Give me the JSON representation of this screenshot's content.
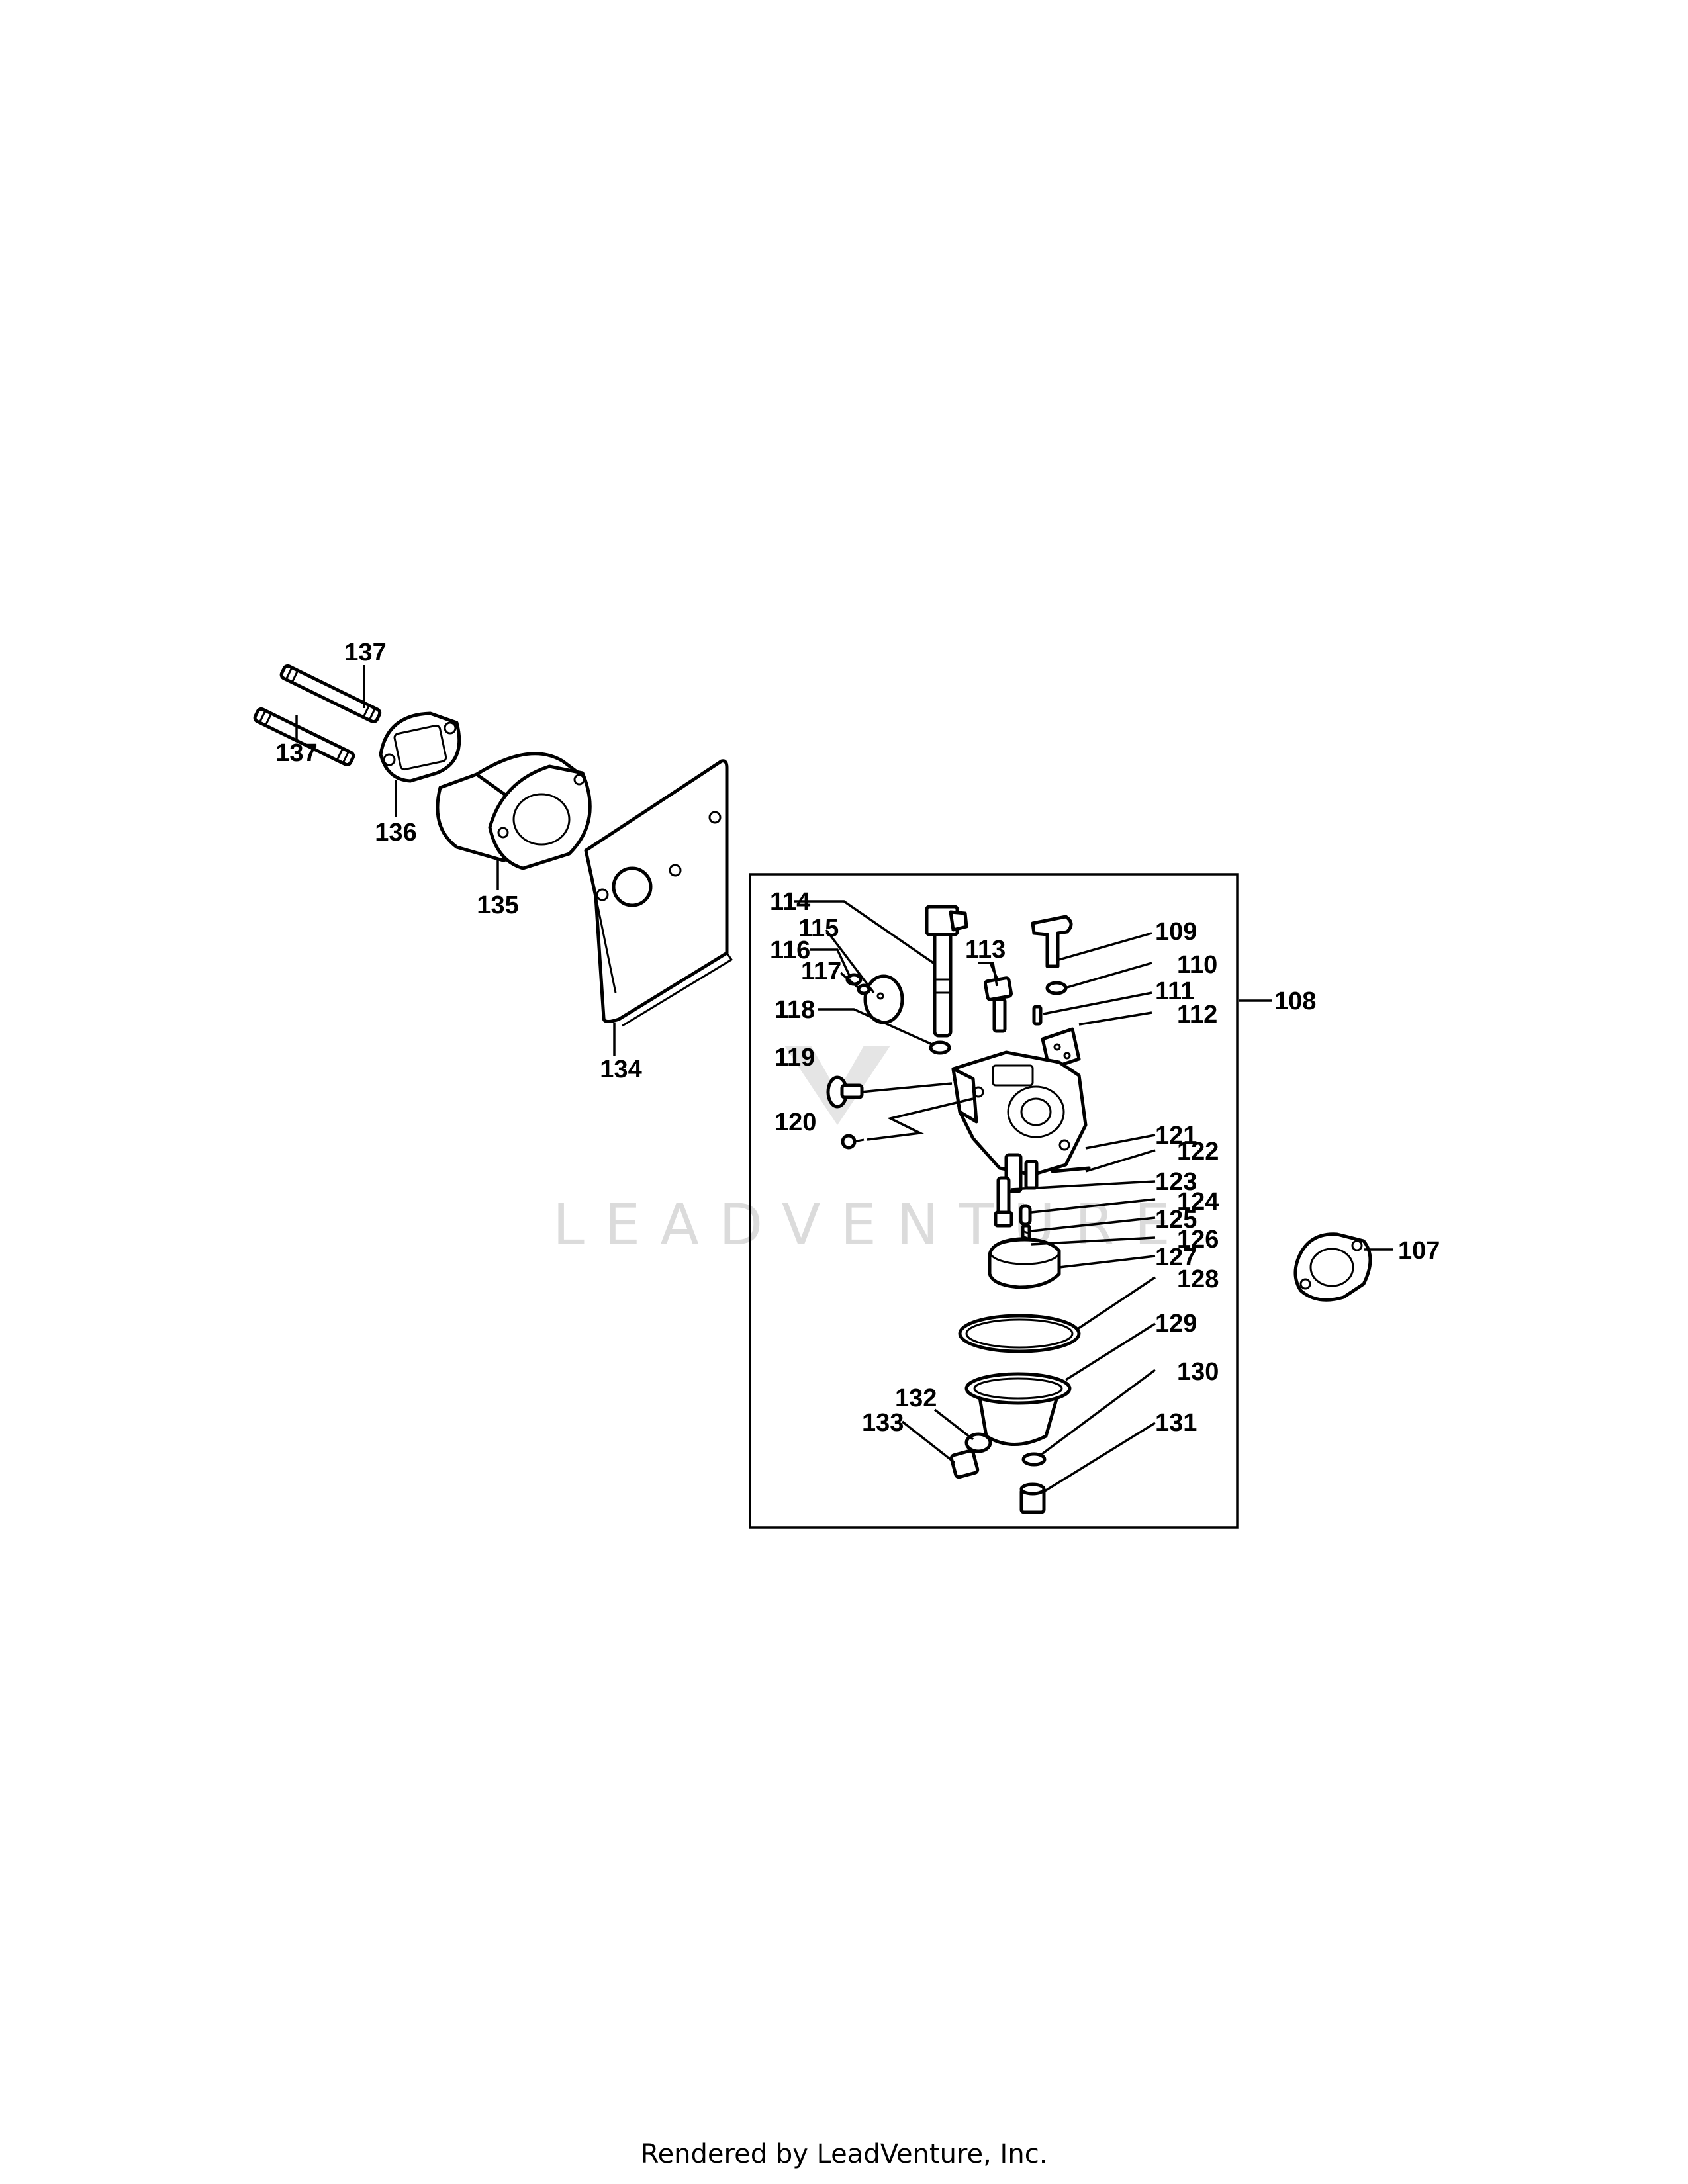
{
  "watermark": "LEADVENTURE",
  "footer": "Rendered by LeadVenture, Inc.",
  "callouts": {
    "p107": "107",
    "p108": "108",
    "p109": "109",
    "p110": "110",
    "p111": "111",
    "p112": "112",
    "p113": "113",
    "p114": "114",
    "p115": "115",
    "p116": "116",
    "p117": "117",
    "p118": "118",
    "p119": "119",
    "p120": "120",
    "p121": "121",
    "p122": "122",
    "p123": "123",
    "p124": "124",
    "p125": "125",
    "p126": "126",
    "p127": "127",
    "p128": "128",
    "p129": "129",
    "p130": "130",
    "p131": "131",
    "p132": "132",
    "p133": "133",
    "p134": "134",
    "p135": "135",
    "p136": "136",
    "p137a": "137",
    "p137b": "137"
  }
}
